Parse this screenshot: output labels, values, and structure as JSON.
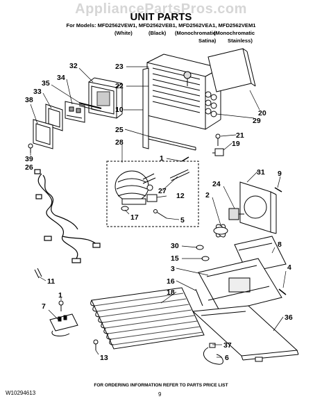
{
  "watermark": "AppliancePartsPros.com",
  "title": "UNIT PARTS",
  "models": "For Models: MFD2562VEW1, MFD2562VEB1, MFD2562VEA1, MFD2562VEM1",
  "colors": {
    "white": "(White)",
    "black": "(Black)",
    "monochromatic": "(Monochromatic",
    "monochromatic2": "(Monochromatic",
    "satina": "Satina)",
    "stainless": "Stainless)"
  },
  "footer": {
    "ordering_info": "FOR ORDERING INFORMATION REFER TO PARTS PRICE LIST",
    "doc_id": "W10294613",
    "page": "9"
  },
  "callouts": {
    "c32": "32",
    "c34": "34",
    "c35": "35",
    "c33": "33",
    "c38": "38",
    "c39": "39",
    "c26": "26",
    "c23": "23",
    "c22": "22",
    "c10": "10",
    "c25": "25",
    "c28": "28",
    "c1a": "1",
    "c27": "27",
    "c12": "12",
    "c17": "17",
    "c5": "5",
    "c20": "20",
    "c29": "29",
    "c21": "21",
    "c19": "19",
    "c9": "9",
    "c31": "31",
    "c24": "24",
    "c2": "2",
    "c30": "30",
    "c15": "15",
    "c8": "8",
    "c3": "3",
    "c4": "4",
    "c11": "11",
    "c16": "16",
    "c18": "18",
    "c1b": "1",
    "c7": "7",
    "c36": "36",
    "c37": "37",
    "c6": "6",
    "c13": "13"
  }
}
